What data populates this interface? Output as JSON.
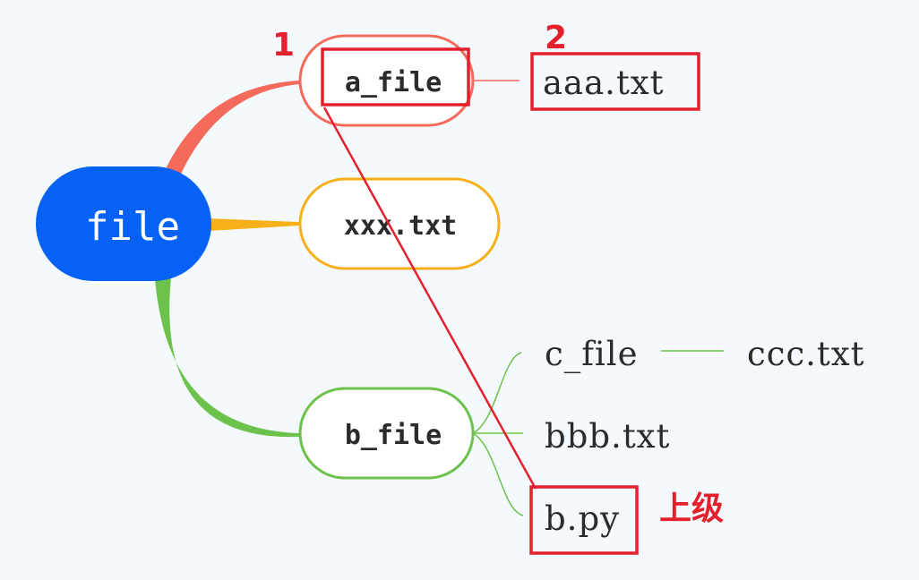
{
  "colors": {
    "root": "#0662f5",
    "branch_a": "#f46b5b",
    "branch_x": "#f5b01a",
    "branch_b": "#6cc24a",
    "annotation": "#e3202c",
    "text": "#2b2b2b",
    "background": "#f3f9fd"
  },
  "mindmap": {
    "root": {
      "label": "file"
    },
    "branches": [
      {
        "label": "a_file",
        "children": [
          {
            "label": "aaa.txt"
          }
        ]
      },
      {
        "label": "xxx.txt",
        "children": []
      },
      {
        "label": "b_file",
        "children": [
          {
            "label": "c_file",
            "children": [
              {
                "label": "ccc.txt"
              }
            ]
          },
          {
            "label": "bbb.txt"
          },
          {
            "label": "b.py"
          }
        ]
      }
    ]
  },
  "annotations": {
    "mark_1": "1",
    "mark_2": "2",
    "parent_label": "上级"
  }
}
